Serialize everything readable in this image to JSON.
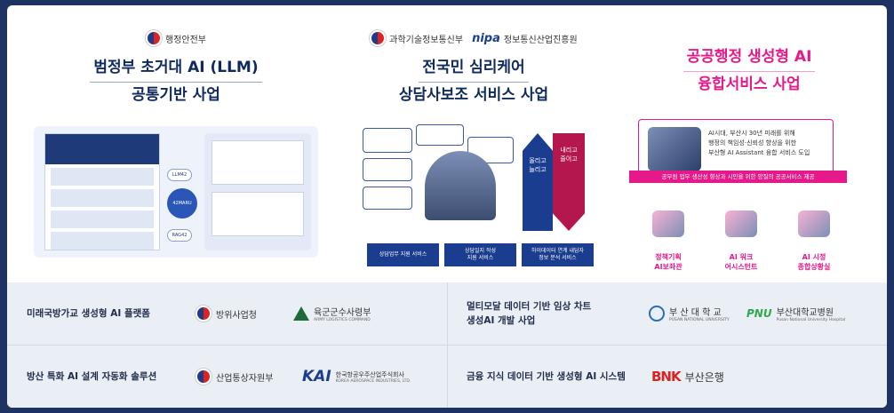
{
  "colors": {
    "navy": "#0f2a5c",
    "pink": "#e6198a",
    "deep_blue": "#1b3d8f",
    "crimson": "#b3174e"
  },
  "panel1": {
    "ministry": "행정안전부",
    "title_line1": "범정부 초거대 AI (LLM)",
    "title_line2": "공통기반 사업",
    "diagram_labels": {
      "llm42": "LLM42",
      "rag42": "RAG42",
      "brand": "42MARU"
    }
  },
  "panel2": {
    "ministry": "과학기술정보통신부",
    "agency_mark": "nipa",
    "agency": "정보통신산업진흥원",
    "title_line1": "전국민 심리케어",
    "title_line2": "상담사보조 서비스 사업",
    "arrow_up": "올리고\n늘리고",
    "arrow_down": "내리고\n줄이고",
    "buttons": [
      "상담업무 지원 서비스",
      "상담일지 작성\n지원 서비스",
      "하이데이터 연계 내담자\n정보 분석 서비스"
    ]
  },
  "panel3": {
    "title_line1": "공공행정 생성형 AI",
    "title_line2": "융합서비스 사업",
    "card_text": "AI시대, 부산시 30년 미래를 위해\n행정의 책임성·신뢰성 향상을 위한\n부산형 AI Assistant 융합 서비스 도입",
    "banner": "공무원 업무 생산성 향상과 시민을 위한 양질의 공공서비스 제공",
    "services": [
      "정책기획\nAI보좌관",
      "AI 워크\n어시스턴트",
      "AI 시정\n종합상황실"
    ]
  },
  "bottom": {
    "rows": [
      {
        "name": "미래국방가교 생성형 AI 플랫폼",
        "logo1": "방위사업청",
        "logo2": "육군군수사령부",
        "logo2_sub": "ARMY LOGISTICS COMMAND"
      },
      {
        "name": "멀티모달 데이터 기반 임상 차트\n생성AI 개발 사업",
        "logo1": "부 산 대 학 교",
        "logo1_sub": "PUSAN NATIONAL UNIVERSITY",
        "logo2_mark": "PNU",
        "logo2": "부산대학교병원",
        "logo2_sub": "Pusan National University Hospital"
      },
      {
        "name": "방산 특화 AI 설계 자동화 솔루션",
        "logo1": "산업통상자원부",
        "logo2_mark": "KAI",
        "logo2": "한국항공우주산업주식회사",
        "logo2_sub": "KOREA AEROSPACE INDUSTRIES, LTD."
      },
      {
        "name": "금융 지식 데이터 기반 생성형 AI 시스템",
        "logo1_mark": "BNK",
        "logo1": "부산은행"
      }
    ]
  }
}
